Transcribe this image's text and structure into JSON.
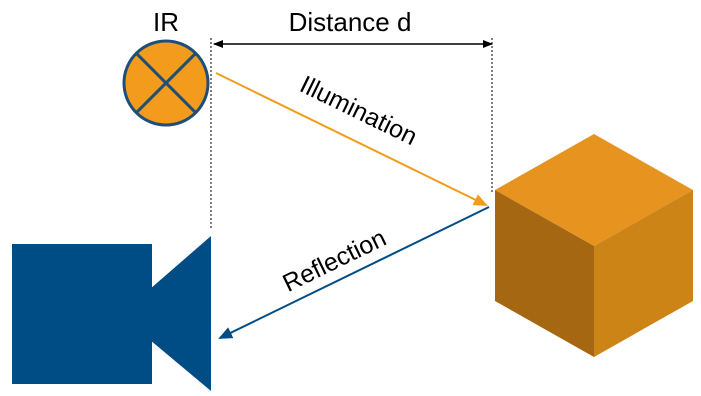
{
  "labels": {
    "ir": "IR",
    "distance": "Distance d",
    "illumination": "Illumination",
    "reflection": "Reflection"
  },
  "colors": {
    "orange": "#F29B1C",
    "orange_outline": "#1F4E79",
    "cube_top": "#E69320",
    "cube_front": "#A56712",
    "cube_side": "#CC8417",
    "camera": "#004C84",
    "line": "#000000"
  },
  "icons": {
    "emitter": "ir-emitter-icon",
    "object": "cube-icon",
    "sensor": "camera-icon"
  }
}
